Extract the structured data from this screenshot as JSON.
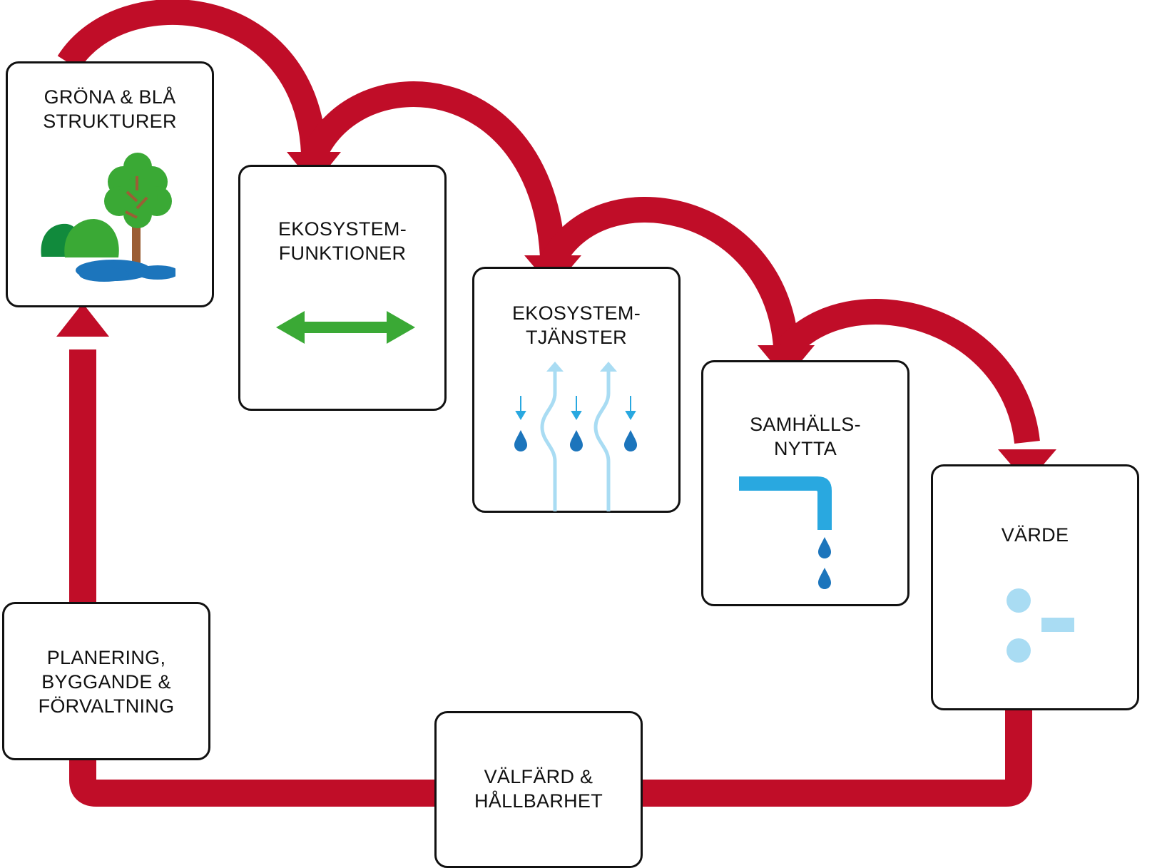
{
  "colors": {
    "flow_arrow": "#c00d28",
    "box_border": "#111111",
    "text": "#111111",
    "tree_green": "#3aa935",
    "dark_green": "#118a3c",
    "trunk_brown": "#9b5e35",
    "water_blue": "#1c75bc",
    "sky_blue": "#29a8e0",
    "light_blue": "#a9dcf3"
  },
  "boxes": {
    "grona_bla": {
      "line1": "GRÖNA & BLÅ",
      "line2": "STRUKTURER",
      "icon": "landscape-icon"
    },
    "ekosystemfunktioner": {
      "line1": "EKOSYSTEM-",
      "line2": "FUNKTIONER",
      "icon": "double-arrow-icon"
    },
    "ekosystemtjanster": {
      "line1": "EKOSYSTEM-",
      "line2": "TJÄNSTER",
      "icon": "water-cycle-icon"
    },
    "samhallsnytta": {
      "line1": "SAMHÄLLS-",
      "line2": "NYTTA",
      "icon": "tap-icon"
    },
    "varde": {
      "line1": "VÄRDE",
      "icon": "division-sign-icon"
    },
    "valfard": {
      "line1": "VÄLFÄRD &",
      "line2": "HÅLLBARHET"
    },
    "planering": {
      "line1": "PLANERING,",
      "line2": "BYGGANDE &",
      "line3": "FÖRVALTNING"
    }
  }
}
